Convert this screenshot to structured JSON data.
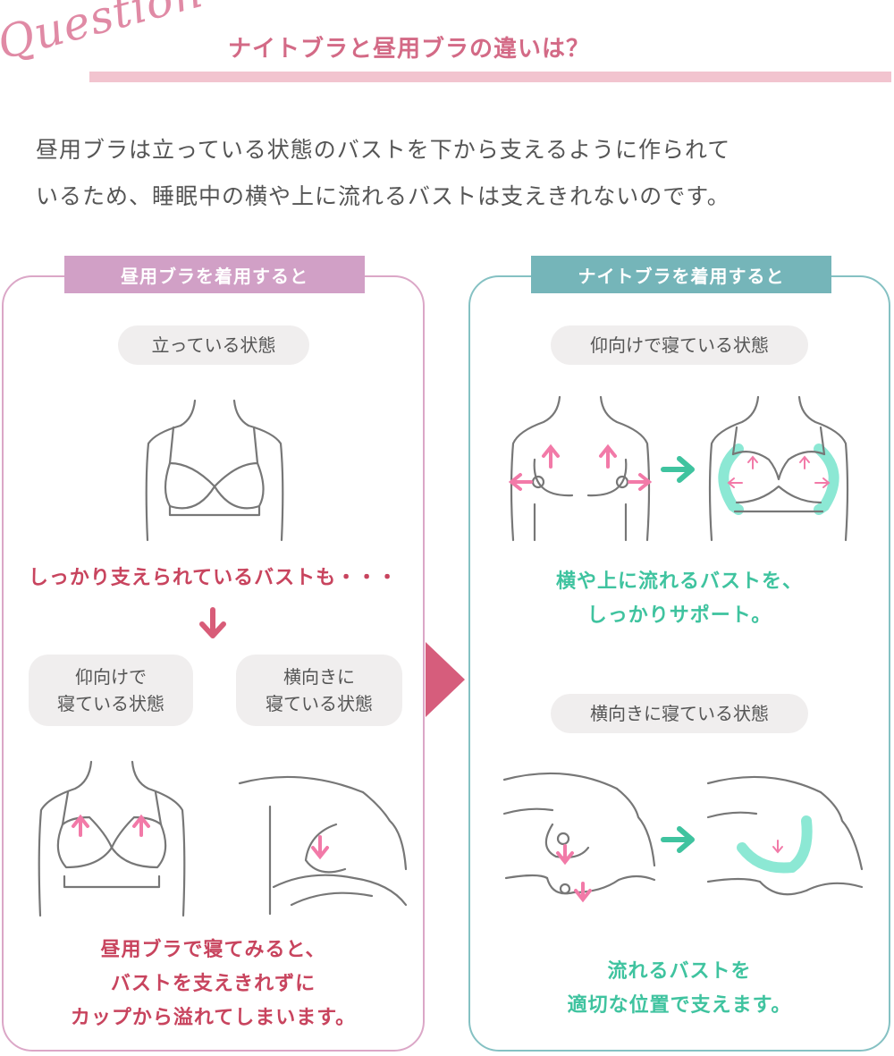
{
  "header": {
    "question_word": "Question",
    "title": "ナイトブラと昼用ブラの違いは？"
  },
  "intro": {
    "line1": "昼用ブラは立っている状態のバストを下から支えるように作られて",
    "line2": "いるため、睡眠中の横や上に流れるバストは支えきれないのです。"
  },
  "left_panel": {
    "tab": "昼用ブラを着用すると",
    "pill_standing": "立っている状態",
    "message_supported": "しっかり支えられているバストも・・・",
    "pill_supine_line1": "仰向けで",
    "pill_supine_line2": "寝ている状態",
    "pill_side_line1": "横向きに",
    "pill_side_line2": "寝ている状態",
    "message_bottom": [
      "昼用ブラで寝てみると、",
      "バストを支えきれずに",
      "カップから溢れてしまいます。"
    ]
  },
  "right_panel": {
    "tab": "ナイトブラを着用すると",
    "pill_supine": "仰向けで寝ている状態",
    "message_support": [
      "横や上に流れるバストを、",
      "しっかりサポート。"
    ],
    "pill_side": "横向きに寝ている状態",
    "message_bottom": [
      "流れるバストを",
      "適切な位置で支えます。"
    ]
  },
  "colors": {
    "pink_accent": "#c8445e",
    "green_accent": "#3fc39f",
    "left_border": "#dba7c7",
    "right_border": "#85c1c3",
    "arrow_pink": "#f27aa8",
    "support_band": "#7fe5cf"
  },
  "icons": {
    "down_arrow": "chevron-down-icon",
    "next_arrow": "triangle-right-icon",
    "transform_arrow": "arrow-right-icon"
  }
}
